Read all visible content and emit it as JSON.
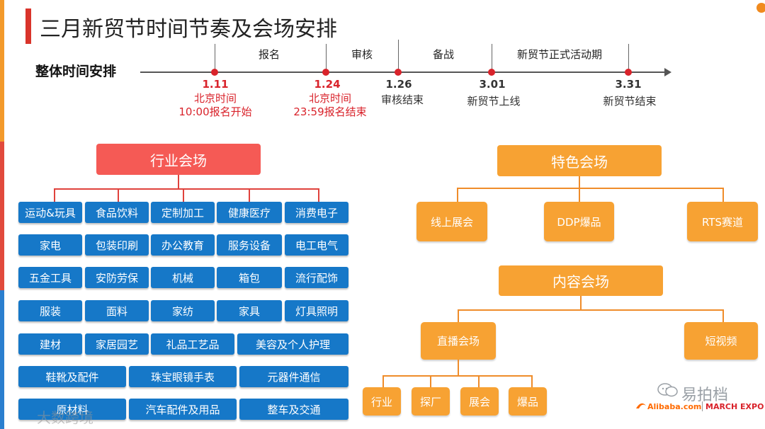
{
  "title": "三月新贸节时间节奏及会场安排",
  "timeline": {
    "label": "整体时间安排",
    "phases": [
      "报名",
      "审核",
      "备战",
      "新贸节正式活动期"
    ],
    "milestones": [
      {
        "date": "1.11",
        "line1": "北京时间",
        "line2": "10:00报名开始"
      },
      {
        "date": "1.24",
        "line1": "北京时间",
        "line2": "23:59报名结束"
      },
      {
        "date": "1.26",
        "line1": "审核结束"
      },
      {
        "date": "3.01",
        "line1": "新贸节上线"
      },
      {
        "date": "3.31",
        "line1": "新贸节结束"
      }
    ]
  },
  "industry": {
    "header": "行业会场",
    "items": [
      "运动&玩具",
      "食品饮料",
      "定制加工",
      "健康医疗",
      "消费电子",
      "家电",
      "包装印刷",
      "办公教育",
      "服务设备",
      "电工电气",
      "五金工具",
      "安防劳保",
      "机械",
      "箱包",
      "流行配饰",
      "服装",
      "面料",
      "家纺",
      "家具",
      "灯具照明",
      "建材",
      "家居园艺",
      "礼品工艺品",
      "美容及个人护理",
      "鞋靴及配件",
      "珠宝眼镜手表",
      "元器件通信",
      "原材料",
      "汽车配件及用品",
      "整车及交通"
    ]
  },
  "special": {
    "header": "特色会场",
    "items": [
      "线上展会",
      "DDP爆品",
      "RTS赛道"
    ]
  },
  "content": {
    "header": "内容会场",
    "items": [
      "直播会场",
      "短视频"
    ],
    "live_sub": [
      "行业",
      "探厂",
      "展会",
      "爆品"
    ]
  },
  "watermarks": {
    "wechat": "易拍档",
    "alibaba": "Alibaba.com",
    "march": "MARCH EXPO",
    "bottom_left": "大数跨境"
  },
  "colors": {
    "red": "#d9232b",
    "header_red": "#f55a55",
    "orange": "#f7a233",
    "blue": "#1678c8"
  }
}
